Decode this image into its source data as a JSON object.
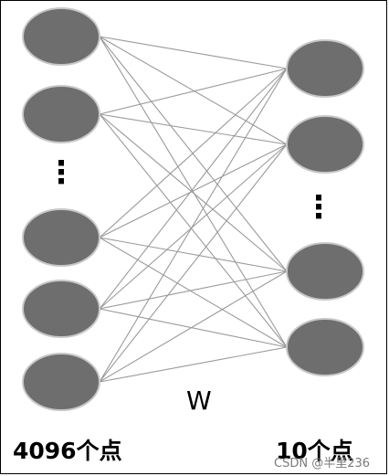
{
  "left_layer": {
    "label": "4096个点"
  },
  "right_layer": {
    "label": "10个点"
  },
  "weight_label": "W",
  "ellipsis_symbol": "⋮",
  "watermark": "CSDN @半里236",
  "colors": {
    "node_fill": "#6e6e6e",
    "node_stroke": "#c8c8c8",
    "edge": "#9a9a9a",
    "text": "#000000"
  }
}
